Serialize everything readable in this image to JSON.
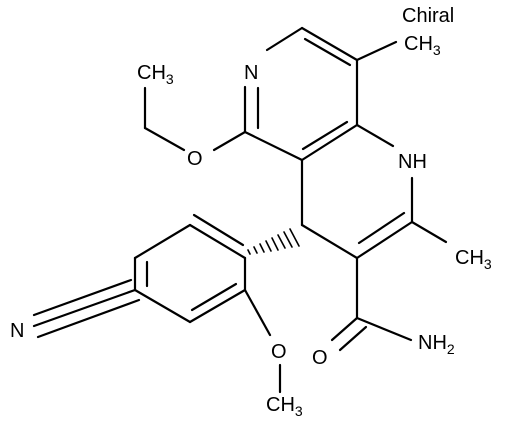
{
  "chiral_label": "Chiral",
  "atoms": {
    "ch3_top_right": {
      "main": "CH",
      "sub": "3"
    },
    "ch3_ethoxy": {
      "main": "CH",
      "sub": "3"
    },
    "n_pyridine": {
      "main": "N"
    },
    "o_ethoxy": {
      "main": "O"
    },
    "nh_ring": {
      "main": "NH"
    },
    "ch3_right": {
      "main": "CH",
      "sub": "3"
    },
    "n_nitrile": {
      "main": "N"
    },
    "o_methoxy": {
      "main": "O"
    },
    "ch3_methoxy": {
      "main": "CH",
      "sub": "3"
    },
    "o_amide": {
      "main": "O"
    },
    "nh2_amide": {
      "main": "NH",
      "sub": "2"
    }
  }
}
